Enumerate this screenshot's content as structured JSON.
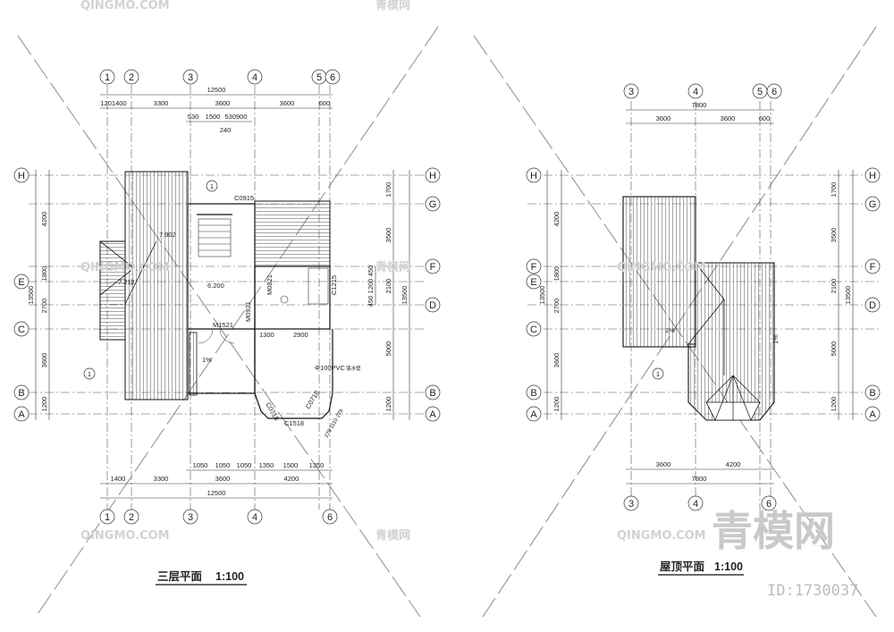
{
  "watermark": {
    "brand_cn": "青模网",
    "brand_small_cn": "青模网",
    "brand_en": "QINGMO.COM",
    "id_label": "ID:1730037"
  },
  "plans": [
    {
      "title": "三层平面",
      "scale": "1:100",
      "top_axes": [
        "1",
        "2",
        "3",
        "4",
        "5",
        "6"
      ],
      "bottom_axes": [
        "1",
        "2",
        "3",
        "4",
        "6"
      ],
      "side_axes": [
        "H",
        "G",
        "F",
        "E",
        "D",
        "C",
        "B",
        "A"
      ],
      "top_dims": {
        "total": "12500",
        "segments": [
          "1201400",
          "3300",
          "3600",
          "3600",
          "600"
        ],
        "detail": [
          "530",
          "1500",
          "530900",
          "240"
        ]
      },
      "bottom_dims": {
        "detail": [
          "1050",
          "1050",
          "1050",
          "1350",
          "1500",
          "1350"
        ],
        "segments": [
          "1400",
          "3300",
          "3600",
          "4200"
        ],
        "total": "12500"
      },
      "left_dims": {
        "segments": [
          "4200",
          "1800",
          "2700",
          "3600",
          "1200"
        ],
        "total": "13500"
      },
      "right_dims": {
        "segments": [
          "1700",
          "3500",
          "2100",
          "5000",
          "1200"
        ],
        "total": "13500",
        "detail": [
          "450",
          "1200",
          "450"
        ]
      },
      "labels": {
        "level_upper": "7.902",
        "level_left": "7.212",
        "level_main": "6.200",
        "window_c0915": "C0915",
        "door_m1521": "M1521",
        "door_m0921": "M0921",
        "door_m0821": "M0821",
        "window_c1215": "C1215",
        "dim_1300": "1300",
        "dim_2900": "2900",
        "pipe": "Φ100PVC",
        "pipe_note": "落水管",
        "window_c1518": "C1518",
        "window_c0718a": "C0718",
        "window_c0718b": "C0718",
        "slope_i": "1%",
        "dims_bay": "278 1110 278",
        "section": "1"
      }
    },
    {
      "title": "屋顶平面",
      "scale": "1:100",
      "top_axes": [
        "3",
        "4",
        "5",
        "6"
      ],
      "bottom_axes": [
        "3",
        "4",
        "6"
      ],
      "side_axes": [
        "H",
        "G",
        "F",
        "E",
        "D",
        "C",
        "B",
        "A"
      ],
      "top_dims": {
        "total": "7800",
        "segments": [
          "3600",
          "3600",
          "600"
        ]
      },
      "bottom_dims": {
        "segments": [
          "3600",
          "4200"
        ],
        "total": "7800"
      },
      "left_dims": {
        "segments": [
          "4200",
          "1800",
          "2700",
          "3600",
          "1200"
        ],
        "total": "13500"
      },
      "right_dims": {
        "segments": [
          "1700",
          "3500",
          "2100",
          "5000",
          "1200"
        ],
        "total": "13500"
      },
      "labels": {
        "slope_i": "1%",
        "slope_i2": "1%",
        "section": "1"
      }
    }
  ],
  "colors": {
    "line": "#111111",
    "grid": "#555555",
    "watermark": "#c9c9c9"
  }
}
